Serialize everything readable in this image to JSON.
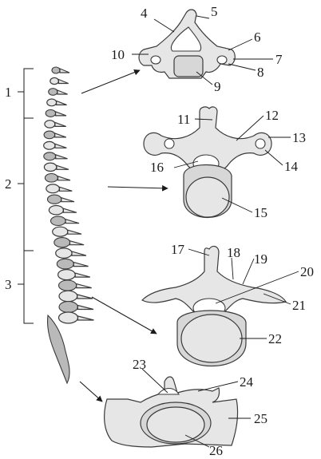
{
  "regions": [
    {
      "id": "region-1",
      "label": "1"
    },
    {
      "id": "region-2",
      "label": "2"
    },
    {
      "id": "region-3",
      "label": "3"
    }
  ],
  "callouts": [
    "4",
    "5",
    "6",
    "7",
    "8",
    "9",
    "10",
    "11",
    "12",
    "13",
    "14",
    "15",
    "16",
    "17",
    "18",
    "19",
    "20",
    "21",
    "22",
    "23",
    "24",
    "25",
    "26"
  ],
  "icons": {
    "spine": "vertebral-column",
    "cervical": "cervical-vertebra",
    "thoracic": "thoracic-vertebra",
    "lumbar": "lumbar-vertebra",
    "sacrum": "sacrum"
  }
}
